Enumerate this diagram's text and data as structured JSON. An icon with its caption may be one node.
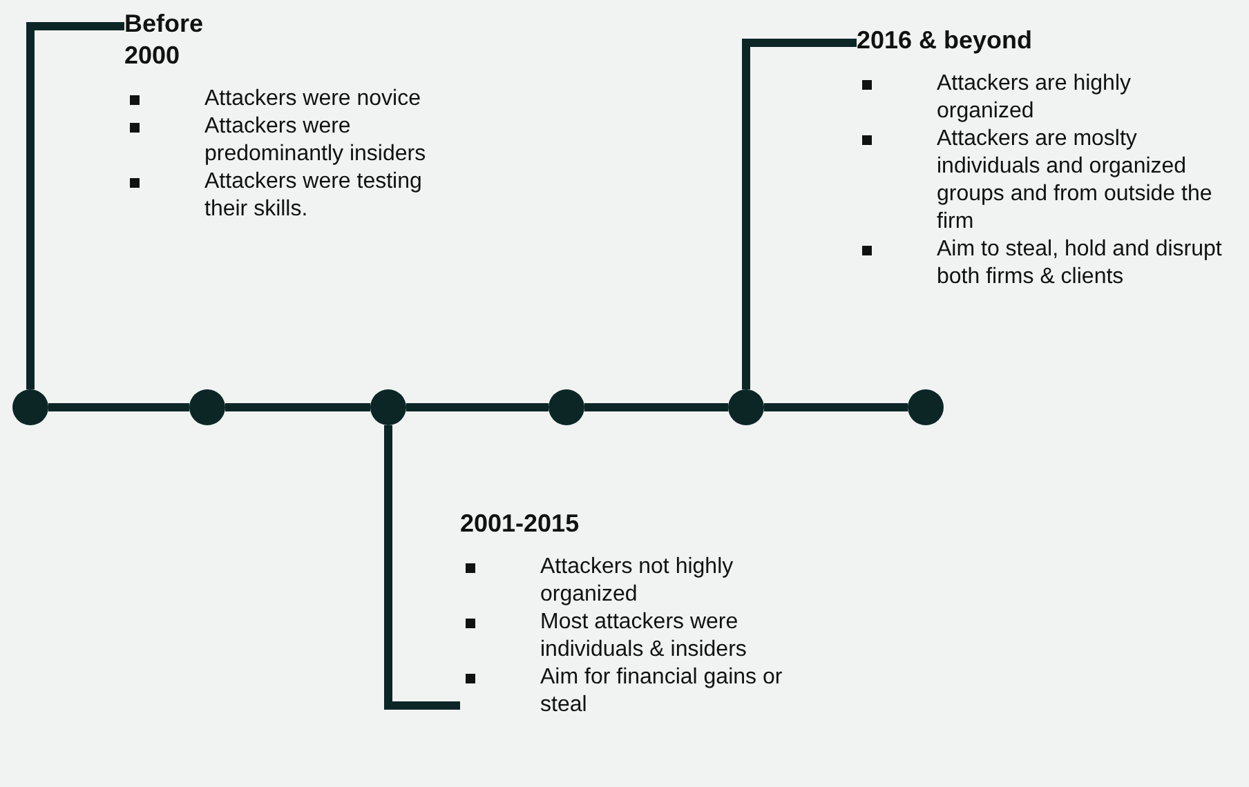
{
  "diagram": {
    "nodes": [
      {
        "text": [
          "Before 2000",
          "Attackers were novice",
          "Attackers were predominantly insiders",
          "Attackers were testing their skills."
        ]
      },
      {
        "text": [
          "2016 & beyond",
          "Attackers are highly organized",
          "Attackers are moslty individuals and organized groups and from outside the firm",
          "Aim to steal, hold and disrupt both firms & clients"
        ]
      },
      {
        "text": [],
        "shape": "circle"
      },
      {
        "text": [],
        "shape": "circle"
      },
      {
        "text": [],
        "shape": "circle"
      },
      {
        "text": [],
        "shape": "circle"
      },
      {
        "text": [],
        "shape": "circle"
      },
      {
        "text": [],
        "shape": "circle"
      },
      {
        "text": [
          "2001-2015",
          "Attackers not highly organized",
          "Most attackers were individuals & insiders",
          "Aim for financial gains or steal"
        ]
      }
    ],
    "edges": [
      {
        "from": 2,
        "to": 0,
        "arrow": "none"
      },
      {
        "from": 6,
        "to": 1,
        "arrow": "none"
      },
      {
        "from": 2,
        "to": 3,
        "arrow": "none"
      },
      {
        "from": 3,
        "to": 4,
        "arrow": "none"
      },
      {
        "from": 4,
        "to": 5,
        "arrow": "none"
      },
      {
        "from": 5,
        "to": 6,
        "arrow": "none"
      },
      {
        "from": 6,
        "to": 7,
        "arrow": "none"
      },
      {
        "from": 4,
        "to": 8,
        "arrow": "none"
      }
    ]
  }
}
